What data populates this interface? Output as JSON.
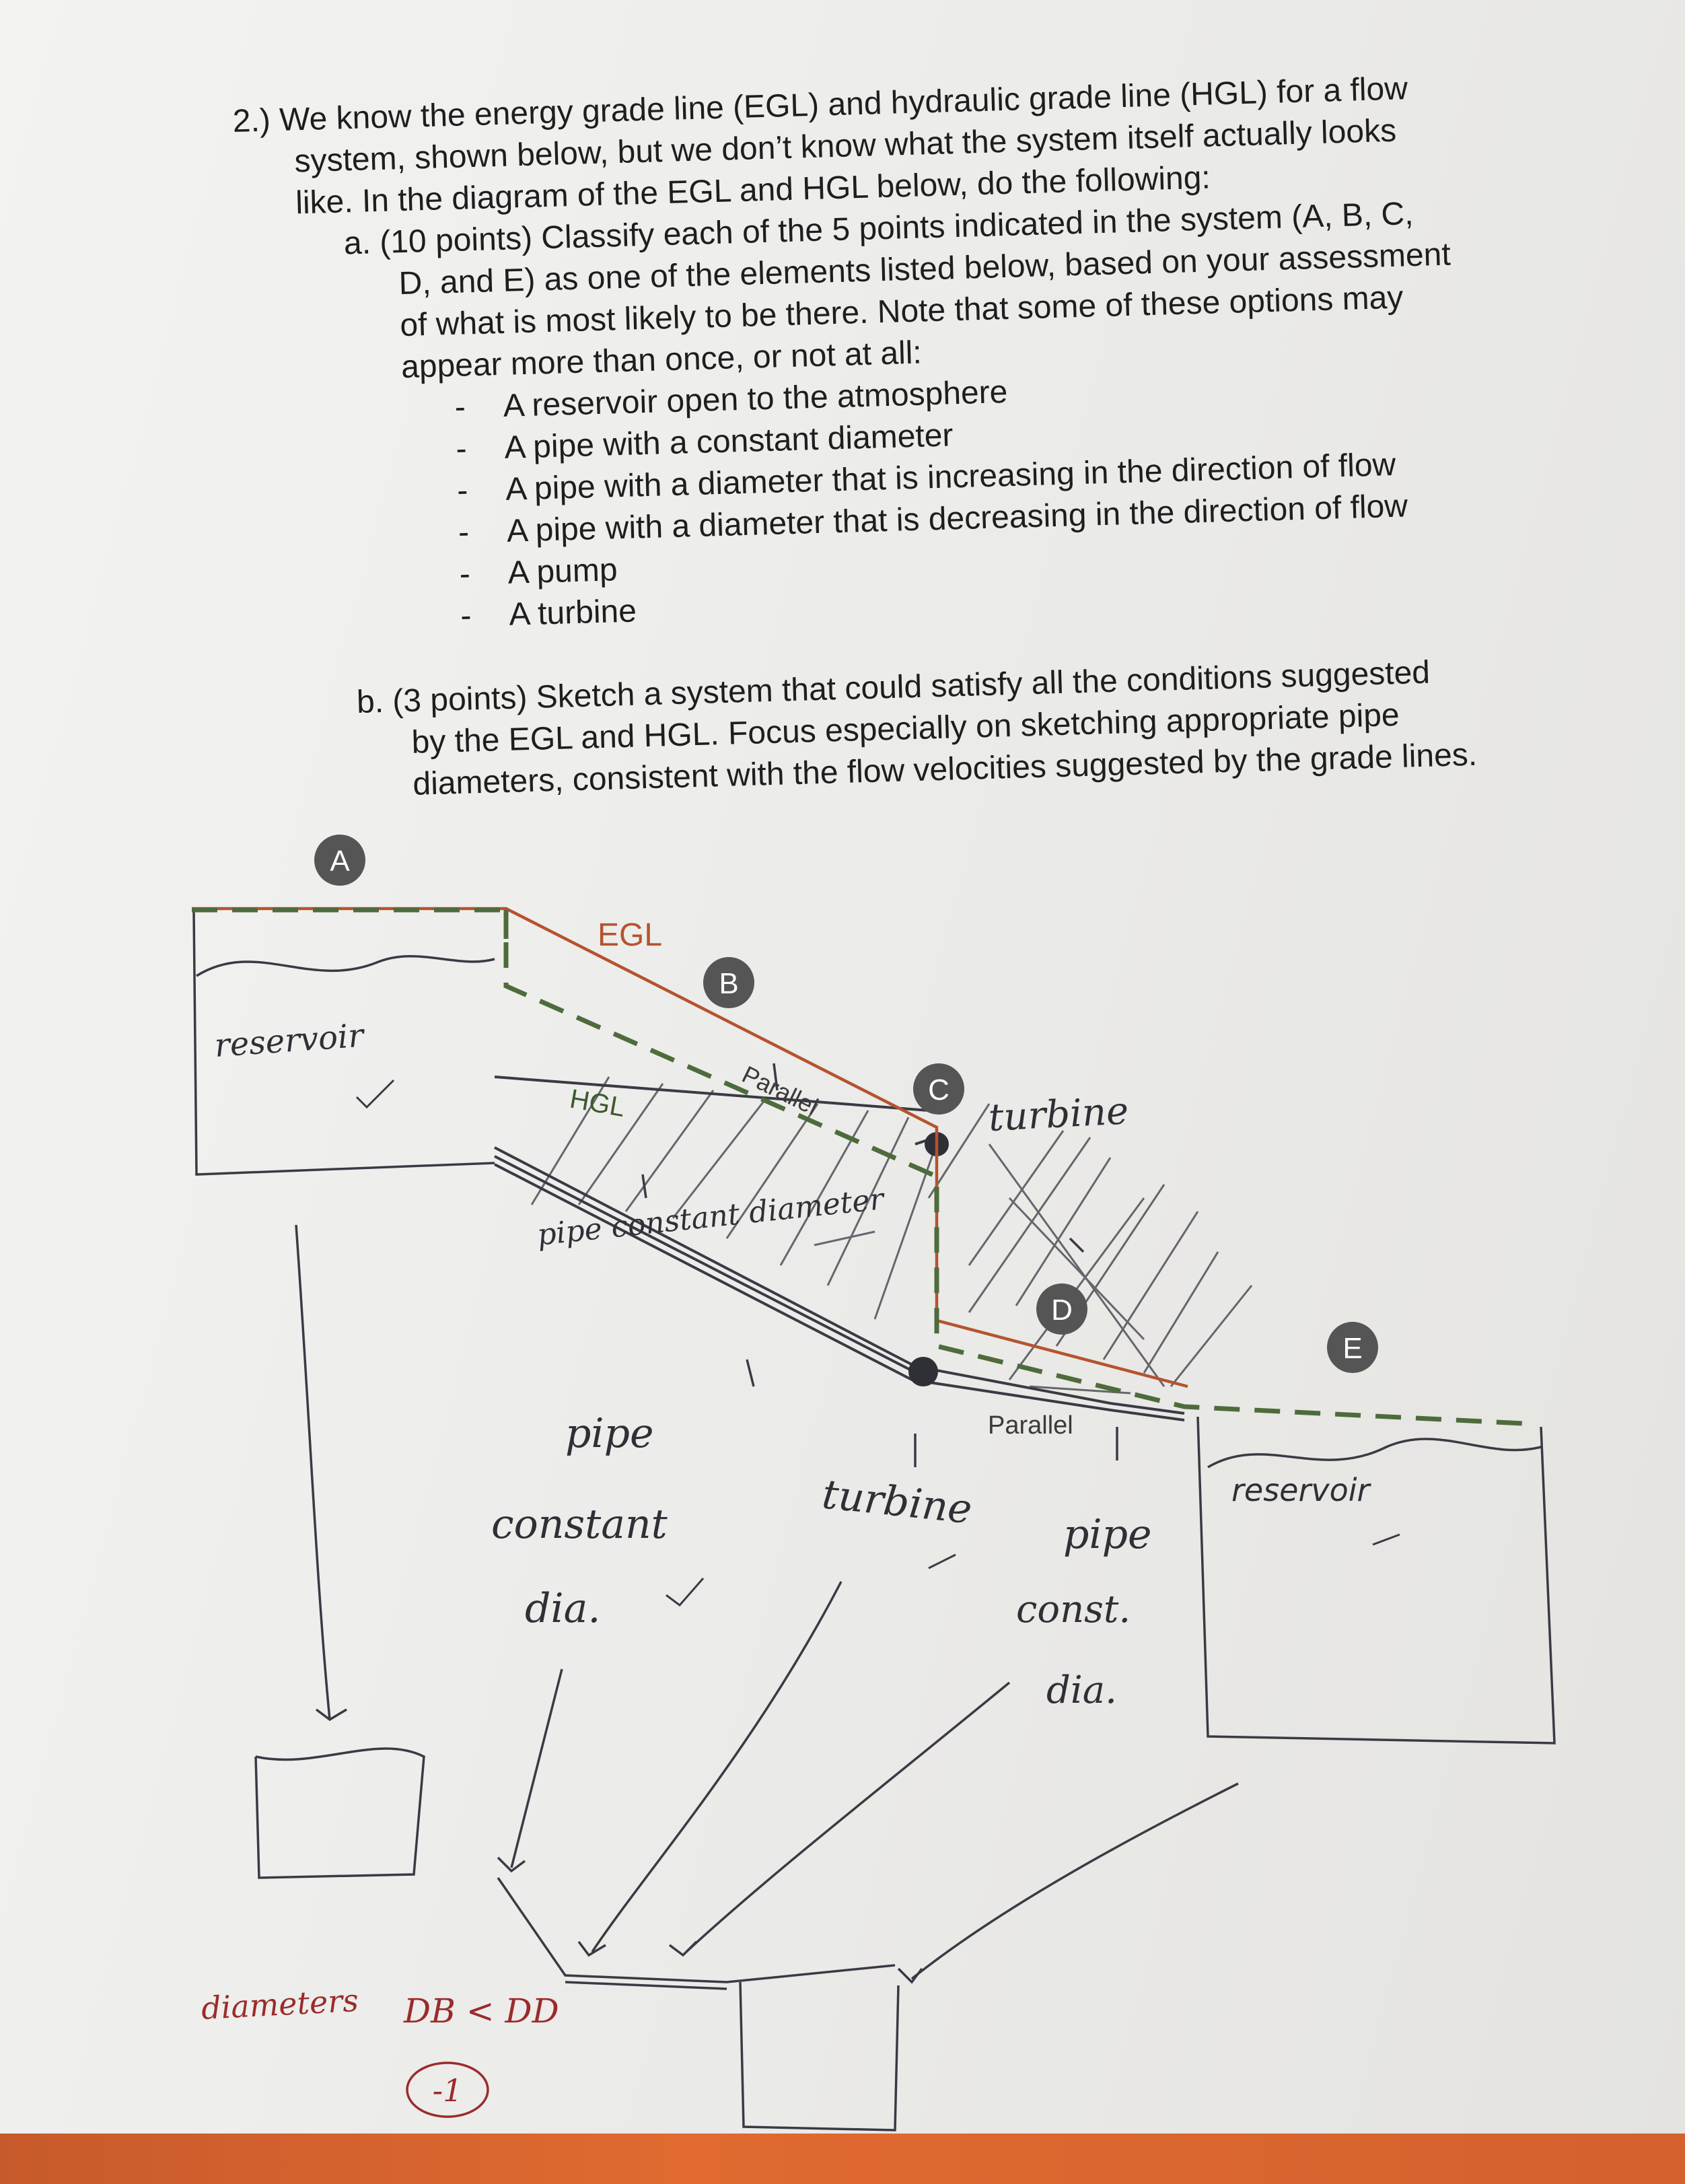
{
  "question": {
    "line1": "2.) We know the energy grade line (EGL) and hydraulic grade line (HGL) for a flow",
    "line2": "system, shown below, but we don’t know what the system itself actually looks",
    "line3": "like. In the diagram of the EGL and HGL below, do the following:",
    "part_a": {
      "line1": "a.  (10 points) Classify each of the 5 points indicated in the system (A, B, C,",
      "line2": "D, and E) as one of the elements listed below, based on your assessment",
      "line3": "of what is most likely to be there. Note that some of these options may",
      "line4": "appear more than once, or not at all:",
      "options": [
        "A reservoir open to the atmosphere",
        "A pipe with a constant diameter",
        "A pipe with a diameter that is increasing in the direction of flow",
        "A pipe with a diameter that is decreasing in the direction of flow",
        "A pump",
        "A turbine"
      ]
    },
    "part_b": {
      "line1": "b.  (3 points) Sketch a system that could satisfy all the conditions suggested",
      "line2": "by the EGL and HGL. Focus especially on sketching appropriate pipe",
      "line3": "diameters, consistent with the flow velocities suggested by the grade lines."
    }
  },
  "diagram": {
    "point_labels": [
      "A",
      "B",
      "C",
      "D",
      "E"
    ],
    "egl_label": "EGL",
    "hgl_label": "HGL",
    "parallel_top": "Parallel",
    "parallel_bottom": "Parallel",
    "colors": {
      "egl": "#b5532f",
      "hgl": "#4e6b3c",
      "pencil": "#3a3a44",
      "badge": "#555555"
    }
  },
  "handwriting": {
    "reservoir_left": "reservoir",
    "reservoir_right": "reservoir",
    "turbine_top": "turbine",
    "pipe_constant_diameter": "pipe constant diameter",
    "pipe_constant_dia": [
      "pipe",
      "constant",
      "dia."
    ],
    "turbine_bottom": "turbine",
    "pipe_const_dia": [
      "pipe",
      "const.",
      "dia."
    ],
    "diameters": "diameters",
    "diam_relation": "DB < DD",
    "score": "-1"
  }
}
